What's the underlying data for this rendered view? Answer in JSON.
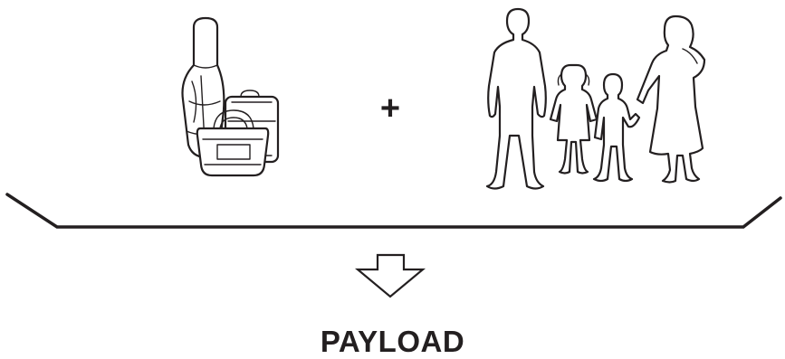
{
  "diagram": {
    "operator": "+",
    "result_label": "PAYLOAD",
    "components": [
      "luggage",
      "passengers"
    ],
    "colors": {
      "ink": "#231f20",
      "background": "#ffffff"
    }
  }
}
